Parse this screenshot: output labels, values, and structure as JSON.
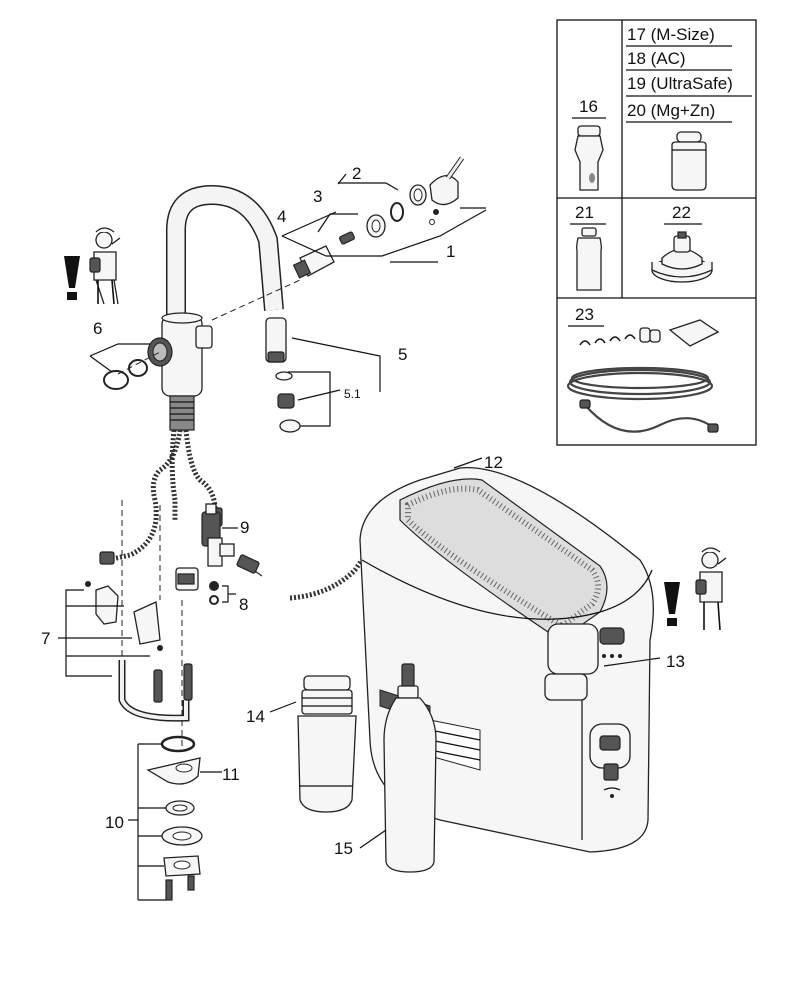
{
  "labels": {
    "l1": "1",
    "l2": "2",
    "l3": "3",
    "l4": "4",
    "l5": "5",
    "l5_1": "5.1",
    "l6": "6",
    "l7": "7",
    "l8": "8",
    "l9": "9",
    "l10": "10",
    "l11": "11",
    "l12": "12",
    "l13": "13",
    "l14": "14",
    "l15": "15",
    "l16": "16",
    "l21": "21",
    "l22": "22",
    "l23": "23"
  },
  "legend": {
    "rows": [
      "17 (M-Size)",
      "18 (AC)",
      "19 (UltraSafe)",
      "20 (Mg+Zn)"
    ]
  },
  "icons": {
    "warning_left": "warning-worker-icon",
    "warning_right": "warning-worker-icon"
  },
  "colors": {
    "line": "#111111",
    "fill": "#f6f6f6",
    "dark_fill": "#555555"
  }
}
